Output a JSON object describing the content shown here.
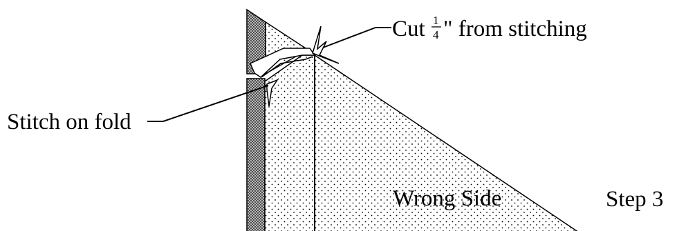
{
  "labels": {
    "cut_prefix": "Cut",
    "cut_fraction_numerator": "1",
    "cut_fraction_denominator": "4",
    "cut_suffix": "\" from stitching",
    "stitch": "Stitch on fold",
    "wrong_side": "Wrong Side",
    "step": "Step 3"
  },
  "colors": {
    "ink": "#000000",
    "paper": "#ffffff",
    "binding_fill": "#9a9a9a",
    "fabric_dots": "#000000"
  }
}
